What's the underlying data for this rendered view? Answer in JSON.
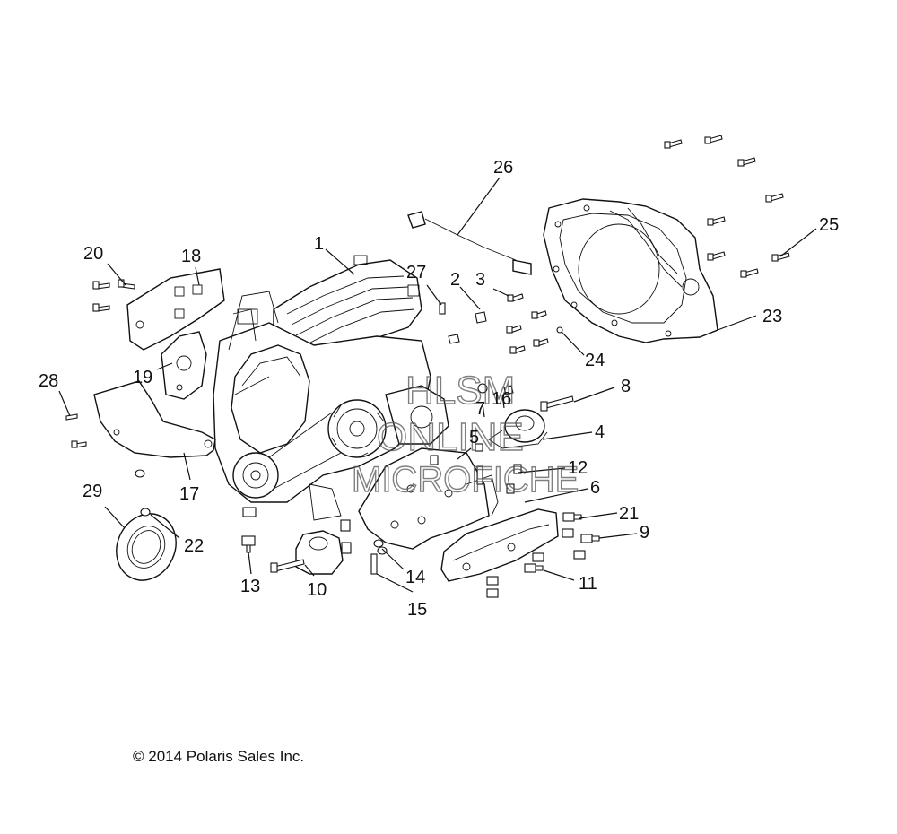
{
  "copyright": "© 2014 Polaris Sales Inc.",
  "watermark": {
    "line1": "HLSM",
    "line2": "ONLINE",
    "line3": "MICROFICHE"
  },
  "callouts": [
    "1",
    "2",
    "3",
    "4",
    "5",
    "6",
    "7",
    "8",
    "9",
    "10",
    "11",
    "12",
    "13",
    "14",
    "15",
    "16",
    "17",
    "18",
    "19",
    "20",
    "21",
    "22",
    "23",
    "24",
    "25",
    "26",
    "27",
    "28",
    "29"
  ]
}
